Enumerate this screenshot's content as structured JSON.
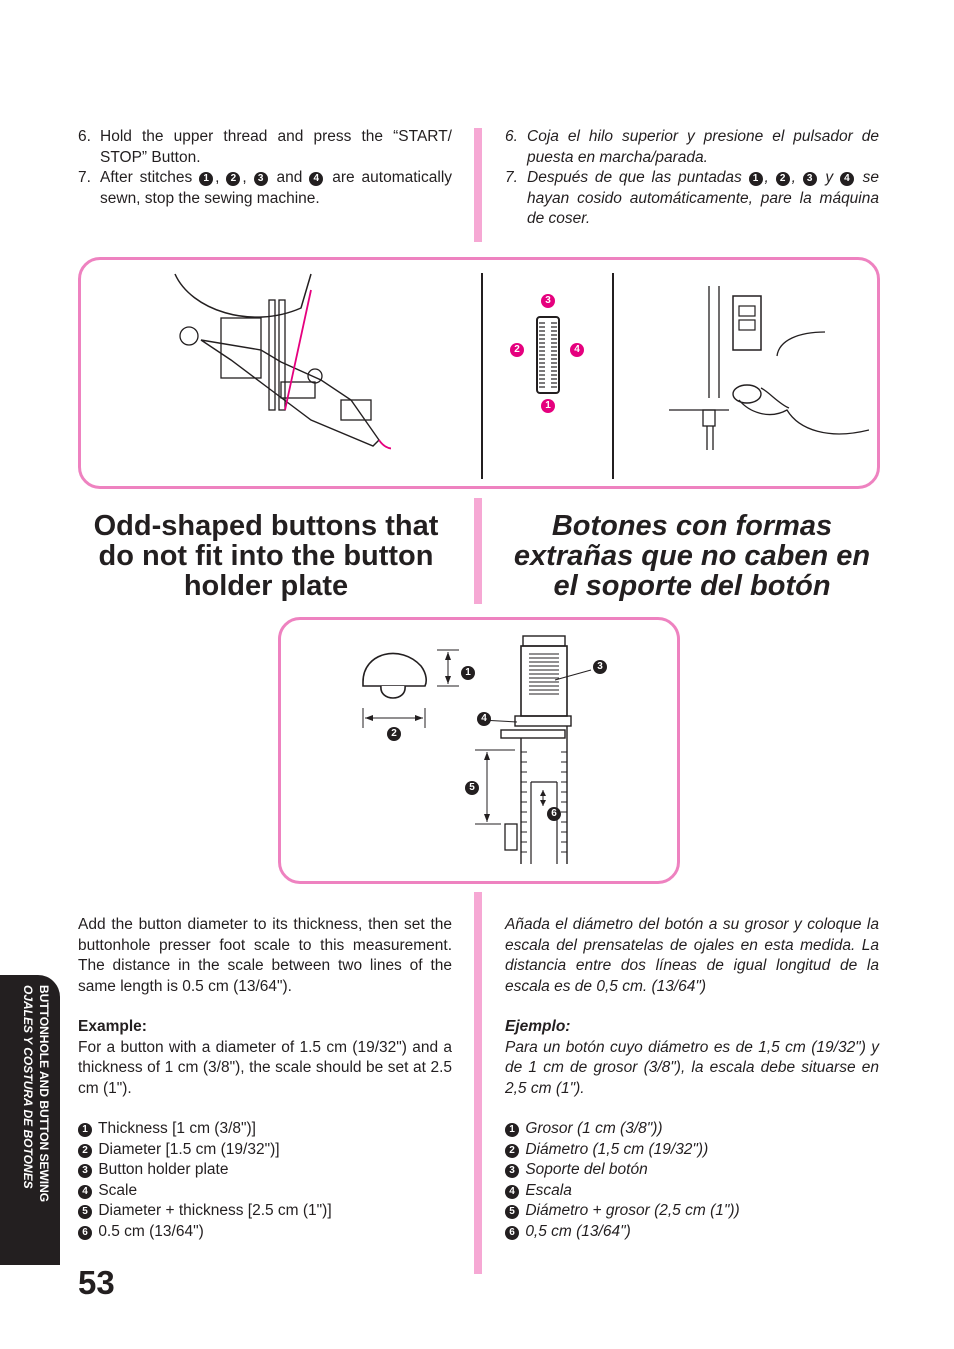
{
  "steps_en": [
    {
      "num": "6.",
      "text": "Hold the upper thread and press the “START/ STOP” Button."
    },
    {
      "num": "7.",
      "pre": "After stitches",
      "c1": "1",
      "c2": "2",
      "c3": "3",
      "and": "and",
      "c4": "4",
      "post": "are automatically sewn, stop the sewing machine."
    }
  ],
  "steps_es": [
    {
      "num": "6.",
      "text": "Coja el hilo superior y presione el pulsador de puesta en marcha/parada."
    },
    {
      "num": "7.",
      "pre": "Después de que las puntadas",
      "c1": "1",
      "c2": "2",
      "c3": "3",
      "and": "y",
      "c4": "4",
      "post": "se hayan cosido automáticamente, pare la máquina de coser."
    }
  ],
  "figure1": {
    "stitch_labels": [
      "3",
      "2",
      "4",
      "1"
    ]
  },
  "heading_en": "Odd-shaped buttons that do not fit into the button holder plate",
  "heading_es": "Botones con formas extrañas que no caben en el soporte del botón",
  "figure2": {
    "labels": [
      "1",
      "2",
      "3",
      "4",
      "5",
      "6"
    ]
  },
  "body_en": {
    "intro": "Add the button diameter to its thickness, then set the buttonhole presser foot scale to this measurement. The distance in the scale between two lines of the same length is 0.5 cm (13/64\").",
    "example_title": "Example:",
    "example_text": "For a button with a diameter of 1.5 cm (19/32\") and a thickness of 1 cm (3/8\"), the scale should be set at 2.5 cm (1\").",
    "legend": [
      {
        "num": "1",
        "text": "Thickness [1 cm (3/8\")]"
      },
      {
        "num": "2",
        "text": "Diameter [1.5 cm (19/32\")]"
      },
      {
        "num": "3",
        "text": "Button holder plate"
      },
      {
        "num": "4",
        "text": "Scale"
      },
      {
        "num": "5",
        "text": "Diameter + thickness [2.5 cm (1\")]"
      },
      {
        "num": "6",
        "text": "0.5 cm  (13/64\")"
      }
    ]
  },
  "body_es": {
    "intro": "Añada el diámetro del botón a su grosor y coloque la escala del prensatelas de ojales en esta medida. La distancia entre dos líneas de igual longitud de la escala es de 0,5 cm. (13/64\")",
    "example_title": "Ejemplo:",
    "example_text": "Para un botón cuyo diámetro es de 1,5 cm (19/32\") y de 1 cm de grosor (3/8\"), la escala debe situarse en 2,5 cm (1\").",
    "legend": [
      {
        "num": "1",
        "text": "Grosor (1 cm (3/8\"))"
      },
      {
        "num": "2",
        "text": "Diámetro (1,5 cm (19/32\"))"
      },
      {
        "num": "3",
        "text": "Soporte del botón"
      },
      {
        "num": "4",
        "text": "Escala"
      },
      {
        "num": "5",
        "text": "Diámetro + grosor (2,5 cm (1\"))"
      },
      {
        "num": "6",
        "text": "0,5 cm (13/64\")"
      }
    ]
  },
  "side_tab": {
    "line1": "BUTTONHOLE AND BUTTON SEWING",
    "line2": "OJALES Y COSTURA DE BOTONES"
  },
  "page_number": "53",
  "colors": {
    "accent_pink": "#ee82c0",
    "bar_pink": "#f6a8d4",
    "label_magenta": "#e5007e",
    "text": "#231f20"
  }
}
